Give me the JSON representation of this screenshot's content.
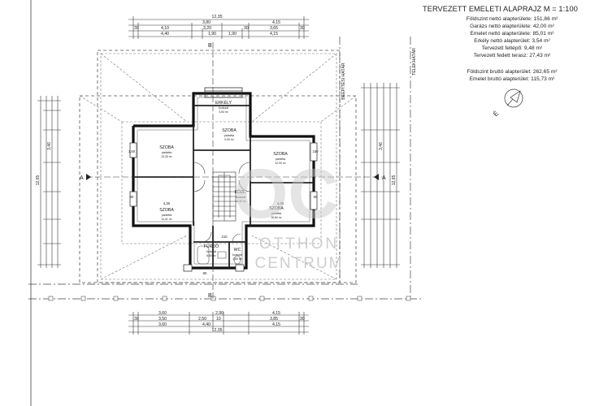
{
  "title": "TERVEZETT EMELETI ALAPRAJZ M = 1:100",
  "areas": [
    "Földszint nettó alapterülete: 151,86 m²",
    "Garázs nettó alapterülete: 42,00 m²",
    "Emelet nettó alapterülete: 85,01 m²",
    "Erkély nettó alapterület: 3,54 m²",
    "Tervezett feltépő: 9,48 m²",
    "Tervezett fedett terasz: 27,43 m²"
  ],
  "gross": [
    "Földszint bruttó alapterület: 262,65 m²",
    "Emelet bruttó alapterület: 115,73 m²"
  ],
  "labels": {
    "boundary_left": "BEÉPÍTÉSI HATÁR",
    "boundary_right": "TELEKHATÁR",
    "north": "É",
    "section_a": "A",
    "section_b": "B",
    "watermark_top": "OTTHON",
    "watermark_bottom": "CENTRUM"
  },
  "rooms": [
    {
      "name": "ERKÉLY",
      "floor": "burkolat",
      "area": "3,54 m²"
    },
    {
      "name": "SZOBA",
      "floor": "parketta",
      "area": "9,00 m²"
    },
    {
      "name": "SZOBA",
      "floor": "parketta",
      "area": "13,30 m²"
    },
    {
      "name": "SZOBA",
      "floor": "parketta",
      "area": "12,90 m²"
    },
    {
      "name": "SZOBA",
      "floor": "parketta",
      "area": "14,41 m²"
    },
    {
      "name": "SZOBA",
      "floor": "parketta",
      "area": "16,84 m²"
    },
    {
      "name": "KÖZL.",
      "floor": "burkolat",
      "area": "10,30 m²"
    },
    {
      "name": "FÜRDŐ",
      "floor": "burkolat",
      "area": "6,60 m²"
    },
    {
      "name": "WC",
      "floor": "burkolat",
      "area": "1,80 m²"
    }
  ],
  "dims": {
    "top_total": "12,35",
    "top_row2": [
      "3,80",
      "4,15"
    ],
    "top_row3": [
      "30",
      "4,10",
      "3,20",
      "30",
      "3,65",
      "30"
    ],
    "top_row4": [
      "4,40",
      "1,90",
      "1,90",
      "4,15"
    ],
    "bottom_row1": [
      "3,60",
      "2,90",
      "4,15"
    ],
    "bottom_row2": [
      "30",
      "3,50",
      "2,50",
      "10",
      "3,85",
      "30"
    ],
    "bottom_row3": [
      "3,60",
      "4,40",
      "4,15"
    ],
    "bottom_total": "12,35",
    "left_total": "12,65",
    "right_total": "12,65",
    "left_mid": "3,46",
    "right_mid": "3,46",
    "interior": [
      "4,30",
      "4,35",
      "1,50",
      "90",
      "150",
      "90",
      "210",
      "80"
    ]
  }
}
